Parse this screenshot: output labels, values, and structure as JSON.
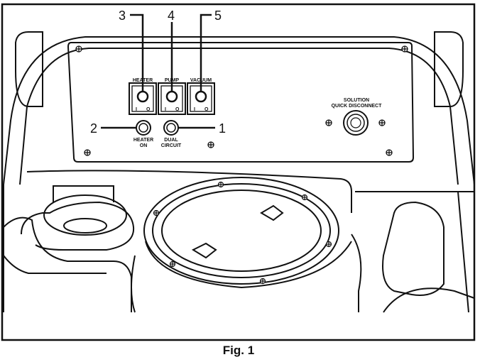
{
  "figure": {
    "caption": "Fig. 1",
    "callouts": {
      "c1": "1",
      "c2": "2",
      "c3": "3",
      "c4": "4",
      "c5": "5"
    },
    "switch_labels": {
      "heater": "HEATER",
      "pump": "PUMP",
      "vacuum": "VACUUM"
    },
    "indicator_labels": {
      "heater_on_line1": "HEATER",
      "heater_on_line2": "ON",
      "dual_circuit_line1": "DUAL",
      "dual_circuit_line2": "CIRCUIT"
    },
    "port_labels": {
      "line1": "SOLUTION",
      "line2": "QUICK DISCONNECT"
    },
    "switch_marks": {
      "on": "I",
      "off": "O"
    }
  }
}
